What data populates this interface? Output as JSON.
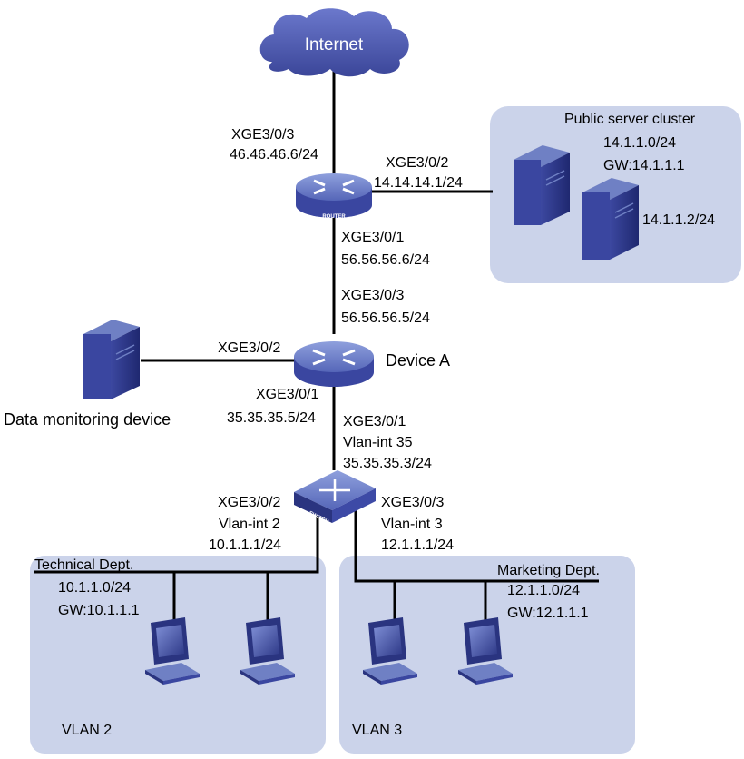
{
  "internet": {
    "label": "Internet"
  },
  "router": {
    "badge": "ROUTER",
    "up_port": "XGE3/0/3",
    "up_ip": "46.46.46.6/24",
    "right_port": "XGE3/0/2",
    "right_ip": "14.14.14.1/24",
    "down_port": "XGE3/0/1",
    "down_ip": "56.56.56.6/24"
  },
  "server_cluster": {
    "title": "Public server cluster",
    "subnet": "14.1.1.0/24",
    "gateway": "GW:14.1.1.1",
    "server_ip": "14.1.1.2/24"
  },
  "device_a": {
    "name": "Device A",
    "up_port": "XGE3/0/3",
    "up_ip": "56.56.56.5/24",
    "left_port": "XGE3/0/2",
    "down_port": "XGE3/0/1",
    "down_ip": "35.35.35.5/24"
  },
  "monitor": {
    "label": "Data monitoring device"
  },
  "switch": {
    "badge": "SWITCH",
    "up_port": "XGE3/0/1",
    "up_vlan": "Vlan-int 35",
    "up_ip": "35.35.35.3/24",
    "left_port": "XGE3/0/2",
    "left_vlan": "Vlan-int 2",
    "left_ip": "10.1.1.1/24",
    "right_port": "XGE3/0/3",
    "right_vlan": "Vlan-int 3",
    "right_ip": "12.1.1.1/24"
  },
  "technical": {
    "title": "Technical Dept.",
    "subnet": "10.1.1.0/24",
    "gateway": "GW:10.1.1.1",
    "vlan": "VLAN 2"
  },
  "marketing": {
    "title": "Marketing Dept.",
    "subnet": "12.1.1.0/24",
    "gateway": "GW:12.1.1.1",
    "vlan": "VLAN 3"
  },
  "colors": {
    "cloud": "#4a57b0",
    "region": "#cbd3ea",
    "device_dark": "#2a3480",
    "device_mid": "#6f80c4",
    "device_light": "#a9b6e3",
    "link": "#000000"
  }
}
